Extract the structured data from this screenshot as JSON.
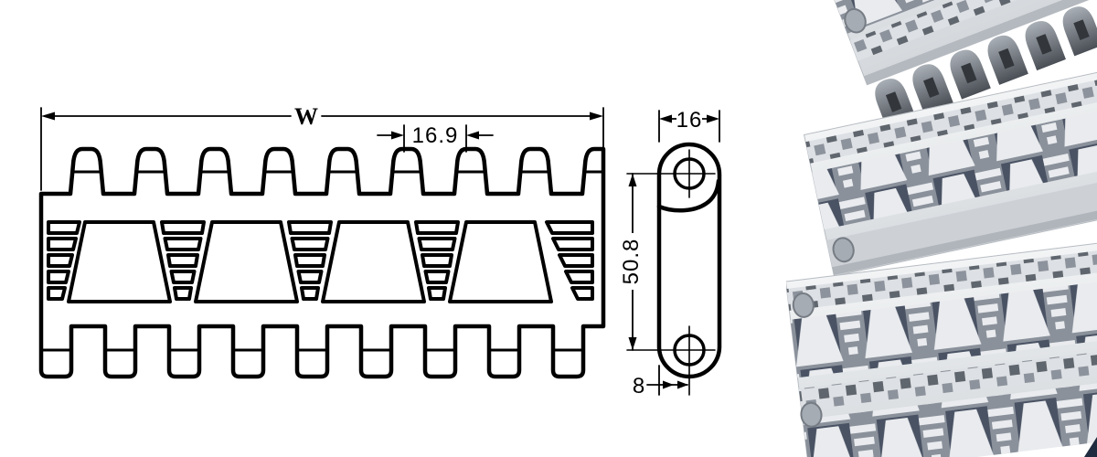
{
  "front_view": {
    "dim_width_label": "W",
    "dim_pitch_label": "16.9"
  },
  "side_view": {
    "dim_width_label": "16",
    "dim_height_label": "50.8",
    "dim_offset_label": "8"
  },
  "colors": {
    "line": "#000000",
    "background": "#ffffff",
    "plastic_light": "#eef0f2",
    "plastic_mid": "#d8dbdf",
    "plastic_edge": "#b4b9bf",
    "opening_gray": "#8a919b",
    "opening_dark": "#4a5364",
    "knuckle_dark": "#4a4f56",
    "pin_gray": "#a6acb4"
  }
}
